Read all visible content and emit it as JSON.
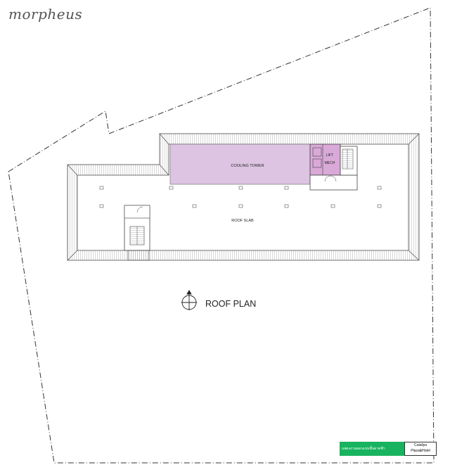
{
  "logo": "morpheus",
  "plan": {
    "title": "ROOF PLAN",
    "labels": {
      "cooling_tower": "COOLING TOWER",
      "lift": "LIFT",
      "mech": "MECH",
      "roof_slab": "ROOF SLAB"
    }
  },
  "title_block": {
    "green_text": "แสดงงานออกแบบชั้นดาดฟ้า",
    "project_line1": "Cutaliya",
    "project_line2": "Plaza&Hotel"
  },
  "colors": {
    "cooling_tower_fill": "#dcc4e2",
    "lift_fill": "#d9a9d8",
    "line": "#444444",
    "title_green": "#18b35f"
  }
}
